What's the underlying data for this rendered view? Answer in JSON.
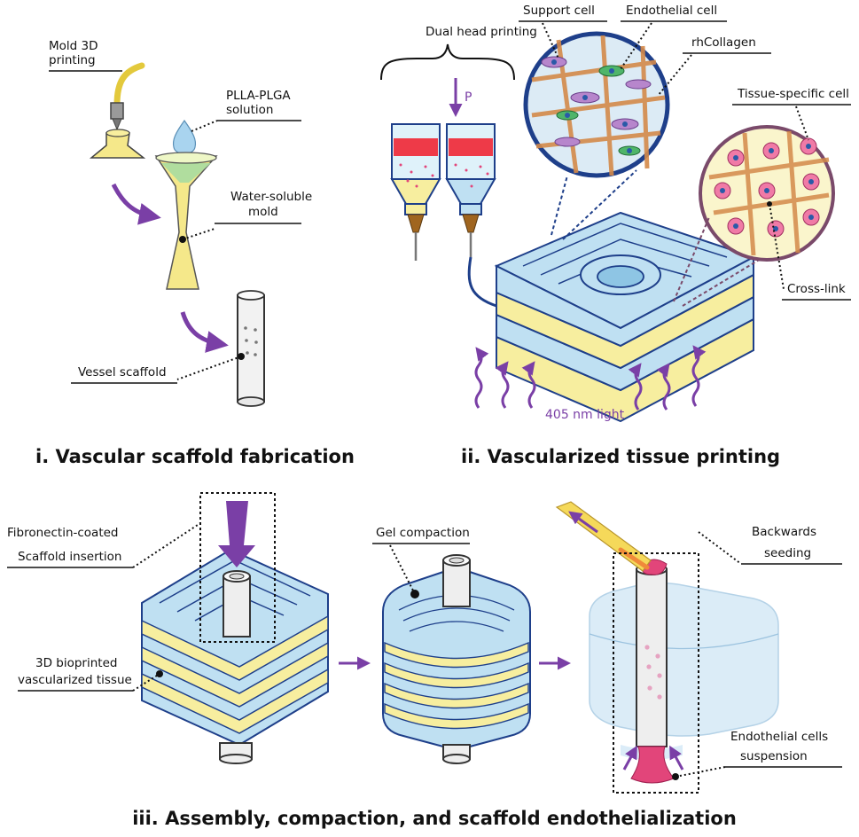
{
  "panels": {
    "i": {
      "title": "i. Vascular scaffold fabrication",
      "labels": {
        "mold_printing_1": "Mold 3D",
        "mold_printing_2": "printing",
        "plla_1": "PLLA-PLGA",
        "plla_2": "solution",
        "water_1": "Water-soluble",
        "water_2": "mold",
        "vessel": "Vessel scaffold"
      }
    },
    "ii": {
      "title": "ii. Vascularized tissue printing",
      "labels": {
        "dual_head": "Dual head printing",
        "pressure": "P",
        "support_cell": "Support cell",
        "endothelial_cell": "Endothelial cell",
        "rhcollagen": "rhCollagen",
        "tissue_specific": "Tissue-specific cell",
        "cross_link": "Cross-link",
        "light": "405 nm light"
      }
    },
    "iii": {
      "title": "iii. Assembly, compaction, and scaffold endothelialization",
      "labels": {
        "fibronectin_1": "Fibronectin-coated",
        "fibronectin_2": "Scaffold insertion",
        "bioprinted_1": "3D bioprinted",
        "bioprinted_2": "vascularized tissue",
        "gel": "Gel compaction",
        "backwards_1": "Backwards",
        "backwards_2": "seeding",
        "endo_susp_1": "Endothelial cells",
        "endo_susp_2": "suspension"
      }
    }
  },
  "colors": {
    "hydrogel_blue": "#bfe0f2",
    "outline_navy": "#1e3f8a",
    "layer_yellow": "#f7ee9f",
    "arrow_purple": "#7a3fa6",
    "cell_pink": "#e2457a"
  }
}
